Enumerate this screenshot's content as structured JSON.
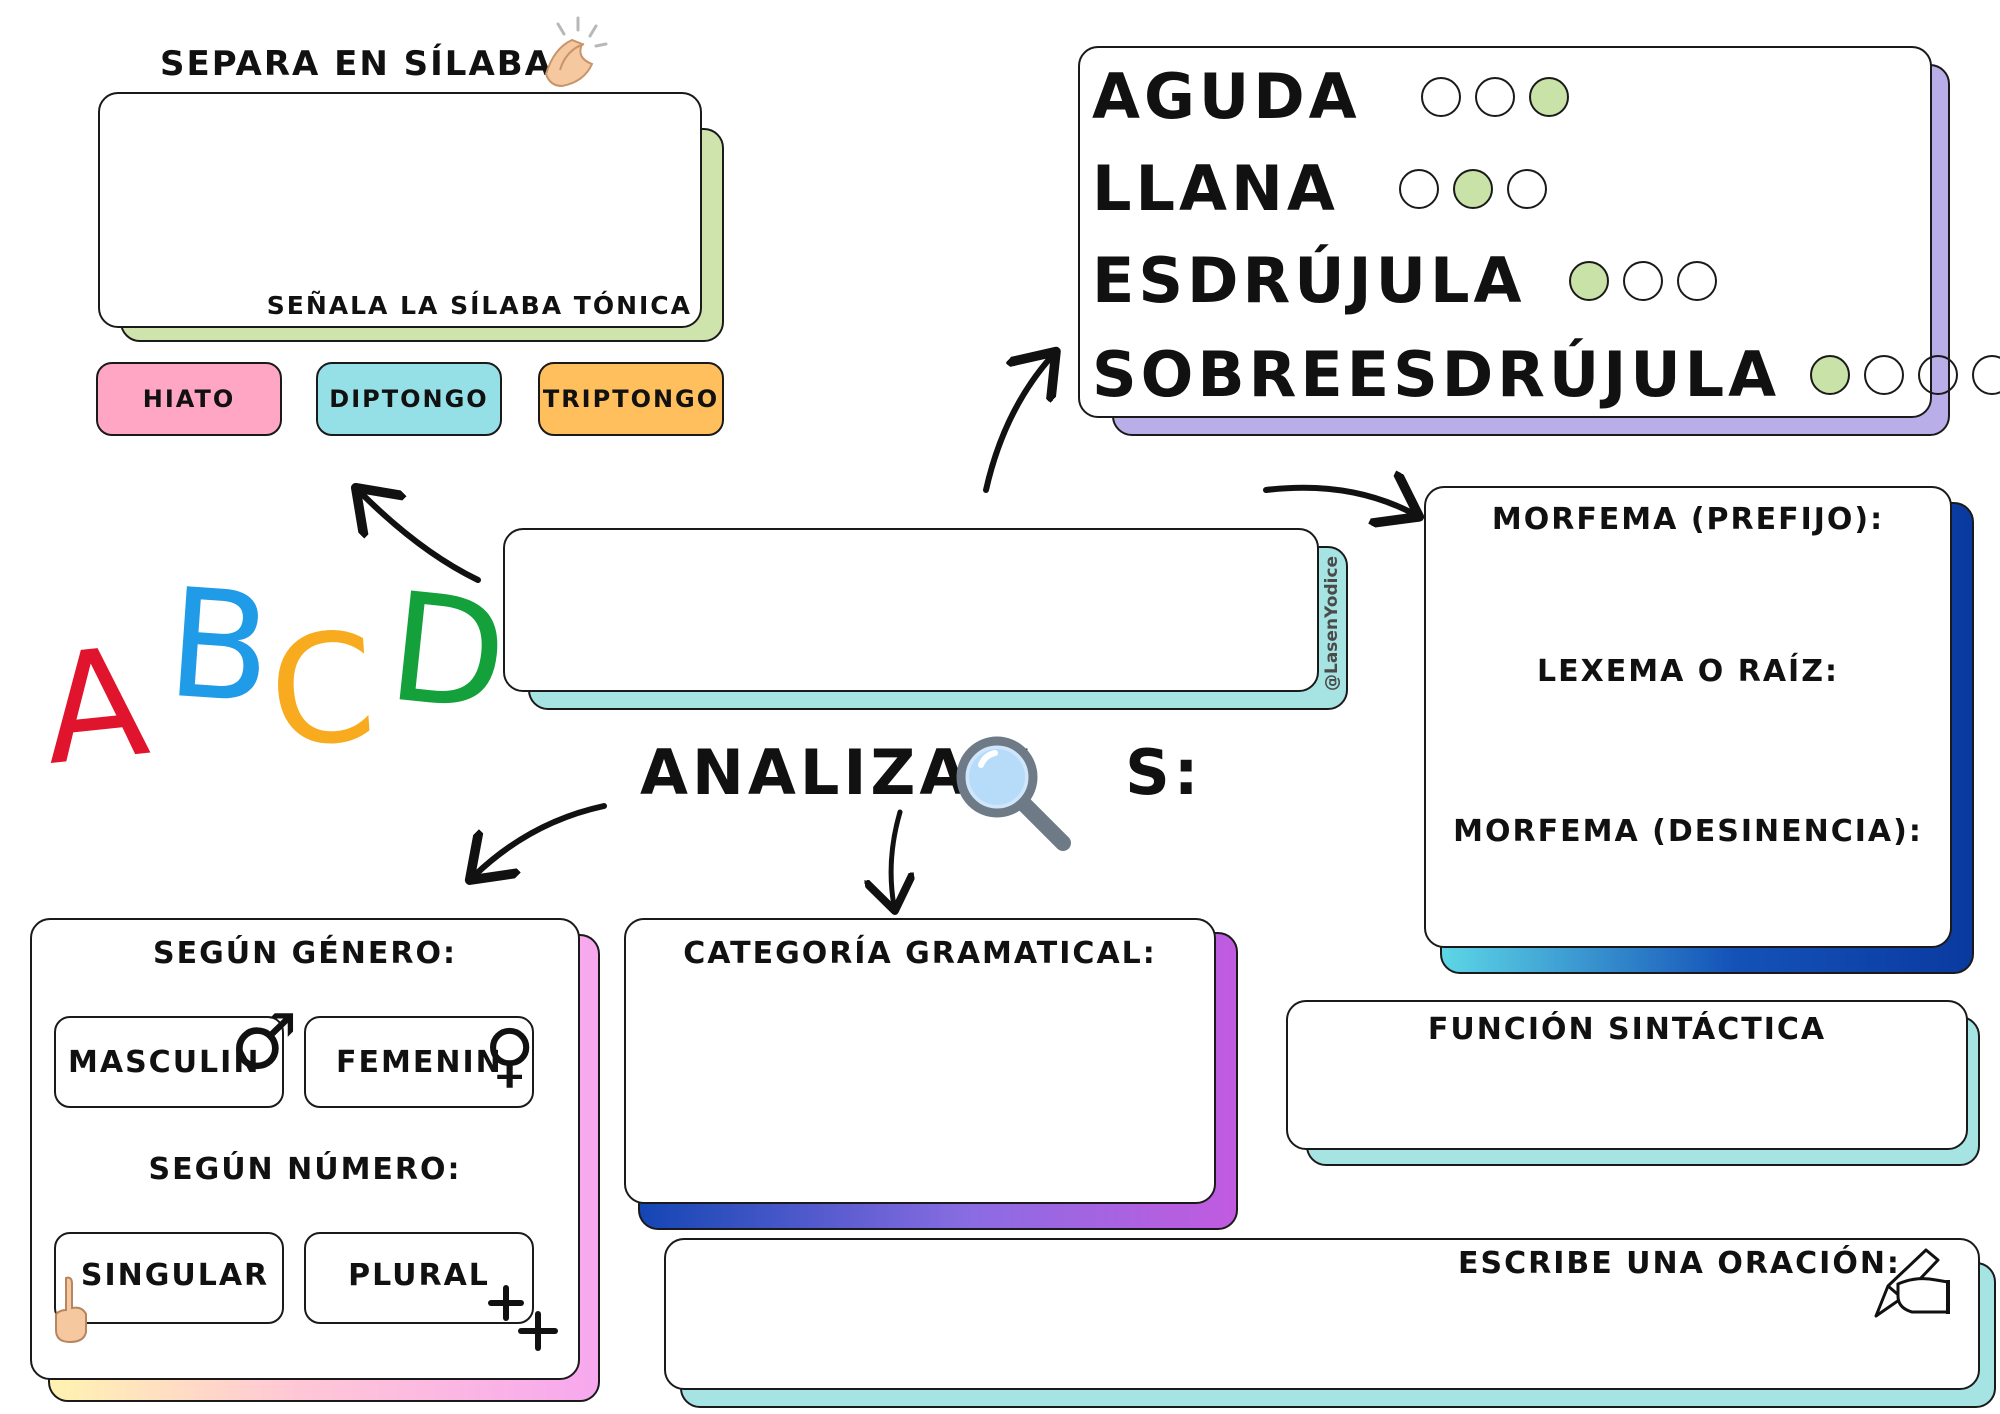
{
  "syllables": {
    "title": "SEPARA EN SÍLABAS",
    "tonic_label": "SEÑALA LA SÍLABA TÓNICA",
    "options": [
      "HIATO",
      "DIPTONGO",
      "TRIPTONGO"
    ],
    "option_colors": [
      "#ffa6c4",
      "#95e0e6",
      "#ffbf5c"
    ]
  },
  "accent": {
    "rows": [
      {
        "label": "AGUDA",
        "circles": 3,
        "highlighted": 3
      },
      {
        "label": "LLANA",
        "circles": 3,
        "highlighted": 2
      },
      {
        "label": "ESDRÚJULA",
        "circles": 3,
        "highlighted": 1
      },
      {
        "label": "SOBREESDRÚJULA",
        "circles": 4,
        "highlighted": 1
      }
    ]
  },
  "morphology": {
    "prefix": "MORFEMA (PREFIJO):",
    "root": "LEXEMA O RAÍZ:",
    "suffix": "MORFEMA (DESINENCIA):"
  },
  "center": {
    "watermark": "@LasenYodice"
  },
  "analyze": {
    "title_left": "ANALIZAM",
    "title_right": "S:"
  },
  "letters": {
    "items": [
      "A",
      "B",
      "C",
      "D"
    ],
    "colors": [
      "#e0142c",
      "#1f9be8",
      "#f8ab1f",
      "#14a03a"
    ]
  },
  "gender_number": {
    "gender_title": "SEGÚN GÉNERO:",
    "masculine": "MASCULIN",
    "feminine": "FEMENIN",
    "masculine_symbol": "♂",
    "feminine_symbol": "♀",
    "number_title": "SEGÚN NÚMERO:",
    "singular": "SINGULAR",
    "plural": "PLURAL"
  },
  "category": {
    "title": "CATEGORÍA GRAMATICAL:"
  },
  "function": {
    "title": "FUNCIÓN SINTÁCTICA"
  },
  "sentence": {
    "title": "ESCRIBE UNA ORACIÓN:"
  }
}
